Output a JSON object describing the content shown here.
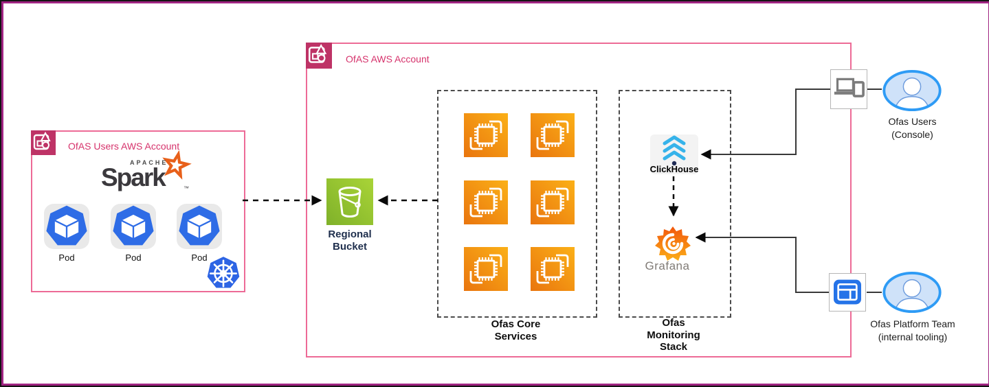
{
  "left_account": {
    "title": "OfAS Users AWS Account",
    "spark_apache": "APACHE",
    "spark_name": "Spark",
    "spark_tm": "™",
    "pods": [
      {
        "label": "Pod"
      },
      {
        "label": "Pod"
      },
      {
        "label": "Pod"
      }
    ]
  },
  "main_account": {
    "title": "OfAS AWS Account",
    "bucket_label_1": "Regional",
    "bucket_label_2": "Bucket",
    "core": {
      "label_1": "Ofas Core",
      "label_2": "Services",
      "instance_count": 6
    },
    "monitoring": {
      "label_1": "Ofas",
      "label_2": "Monitoring",
      "label_3": "Stack",
      "clickhouse": "ClickHouse",
      "grafana": "Grafana"
    }
  },
  "actors": {
    "console_user": {
      "line_1": "Ofas Users",
      "line_2": "(Console)"
    },
    "platform_team": {
      "line_1": "Ofas Platform Team",
      "line_2": "(internal tooling)"
    }
  },
  "colors": {
    "frame": "#A02482",
    "account_border": "#ED6A96",
    "account_title": "#D6336C",
    "account_icon_bg": "#BE3366",
    "ec2_orange_dark": "#E9750E",
    "ec2_orange_light": "#FBB017",
    "bucket_green_dark": "#7FB12A",
    "bucket_green_light": "#A9D437",
    "pod_blue": "#2E6CE6",
    "clickhouse_cyan": "#36B3EA",
    "grafana_orange_dark": "#F25B0C",
    "grafana_orange_light": "#FBAC18",
    "avatar_blue": "#2E9BF5"
  },
  "icons": {
    "aws_account": "aws-account-icon",
    "spark": "apache-spark-logo",
    "pod": "kubernetes-pod-icon",
    "kubernetes": "kubernetes-logo-icon",
    "bucket": "s3-bucket-icon",
    "ec2": "ec2-instance-icon",
    "clickhouse": "clickhouse-icon",
    "grafana": "grafana-icon",
    "devices": "laptop-devices-icon",
    "dashboard": "dashboard-icon",
    "user": "user-avatar-icon"
  }
}
